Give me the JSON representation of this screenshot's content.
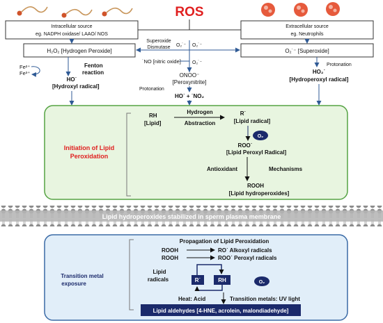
{
  "title": "ROS",
  "intracellular": {
    "line1": "Intracellular source",
    "line2": "eg. NADPH oxidase/ LAAO/ NOS"
  },
  "extracellular": {
    "line1": "Extracellular source",
    "line2": "eg. Neutrophils"
  },
  "h2o2_box": "H₂O₂ [Hydrogen Peroxide]",
  "superoxide_box": "O₂˙⁻ [Superoxide]",
  "sod": {
    "line1": "Superoxide",
    "line2": "Dismutase"
  },
  "o2_radical": "O₂˙⁻",
  "no_label": "˙NO [nitric oxide]",
  "fe2": "Fe²⁺",
  "fe3": "Fe³⁺",
  "fenton": {
    "line1": "Fenton",
    "line2": "reaction"
  },
  "hydroxyl": {
    "formula": "HO˙",
    "name": "[Hydroxyl radical]"
  },
  "peroxynitrite": {
    "formula": "ONOO⁻",
    "name": "[Peroxynitrite]"
  },
  "protonation_left": "Protonation",
  "ho_no2": "HO˙ + ˙NO₂",
  "protonation_right": "Protonation",
  "hydroperoxyl": {
    "formula": "HO₂˙",
    "name": "[Hydroperoxyl radical]"
  },
  "initiation": {
    "title_line1": "Initiation of Lipid",
    "title_line2": "Peroxidation",
    "rh": "RH",
    "lipid": "[Lipid]",
    "hydrogen": "Hydrogen",
    "abstraction": "Abstraction",
    "r_radical": "R˙",
    "lipid_radical": "[Lipid radical]",
    "o2_badge": "O₂",
    "roo": "ROO˙",
    "lipid_peroxyl": "[Lipid Peroxyl Radical]",
    "antioxidant": "Antioxidant",
    "mechanisms": "Mechanisms",
    "rooh": "ROOH",
    "lipid_hydroperoxides": "[Lipid hydroperoxides]"
  },
  "membrane_text": "Lipid hydroperoxides stabilized in sperm plasma membrane",
  "propagation": {
    "title": "Propagation of Lipid Peroxidation",
    "side_line1": "Transition metal",
    "side_line2": "exposure",
    "rooh1": "ROOH",
    "alkoxyl": "RO˙ Alkoxyl radicals",
    "rooh2": "ROOH",
    "peroxyl": "ROO˙ Peroxyl radicals",
    "lipid_radicals_1": "Lipid",
    "lipid_radicals_2": "radicals",
    "r_box": "R˙",
    "rh_box": "RH",
    "o2_badge": "O₂",
    "heat_acid": "Heat: Acid",
    "transition_metals": "Transition metals: UV light",
    "aldehydes": "Lipid aldehydes [4-HNE, acrolein, malondiadehyde]"
  },
  "colors": {
    "title_red": "#e02020",
    "initiation_red": "#e02020",
    "arrow_blue": "#2f5a95",
    "navy": "#1b2a6b",
    "green_fill": "#e8f5e0",
    "green_border": "#55a343",
    "blue_fill": "#e1eef9",
    "blue_border": "#3a6aa6",
    "membrane_gray": "#b5b5b5"
  }
}
